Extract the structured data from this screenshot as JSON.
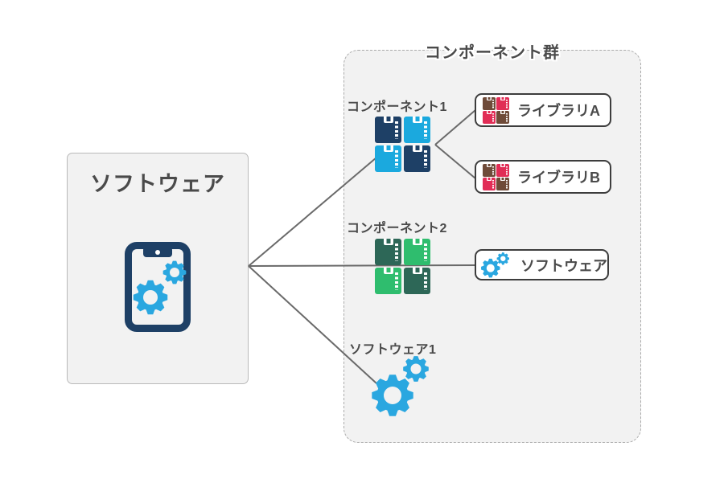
{
  "left_panel": {
    "title": "ソフトウェア"
  },
  "group": {
    "title": "コンポーネント群"
  },
  "nodes": {
    "component1": "コンポーネント1",
    "component2": "コンポーネント2",
    "software1": "ソフトウェア1",
    "libraryA": "ライブラリA",
    "libraryB": "ライブラリB",
    "software": "ソフトウェア"
  },
  "icons": {
    "tablet": "tablet-with-gears-icon",
    "package": "package-box-icon",
    "gears": "gears-icon"
  },
  "colors": {
    "navy": "#1e4066",
    "cyan": "#1ba9de",
    "green_dark": "#2d6757",
    "green_light": "#2fbd6e",
    "brown": "#6f4b39",
    "crimson": "#e12d56",
    "gear_blue": "#2aa7e0",
    "line": "#6a6a6a",
    "text": "#4a4a4a",
    "panel_bg": "#f2f2f2",
    "panel_border": "#b9b9b9",
    "dash_border": "#ababab",
    "box_border": "#3d3d3d"
  }
}
